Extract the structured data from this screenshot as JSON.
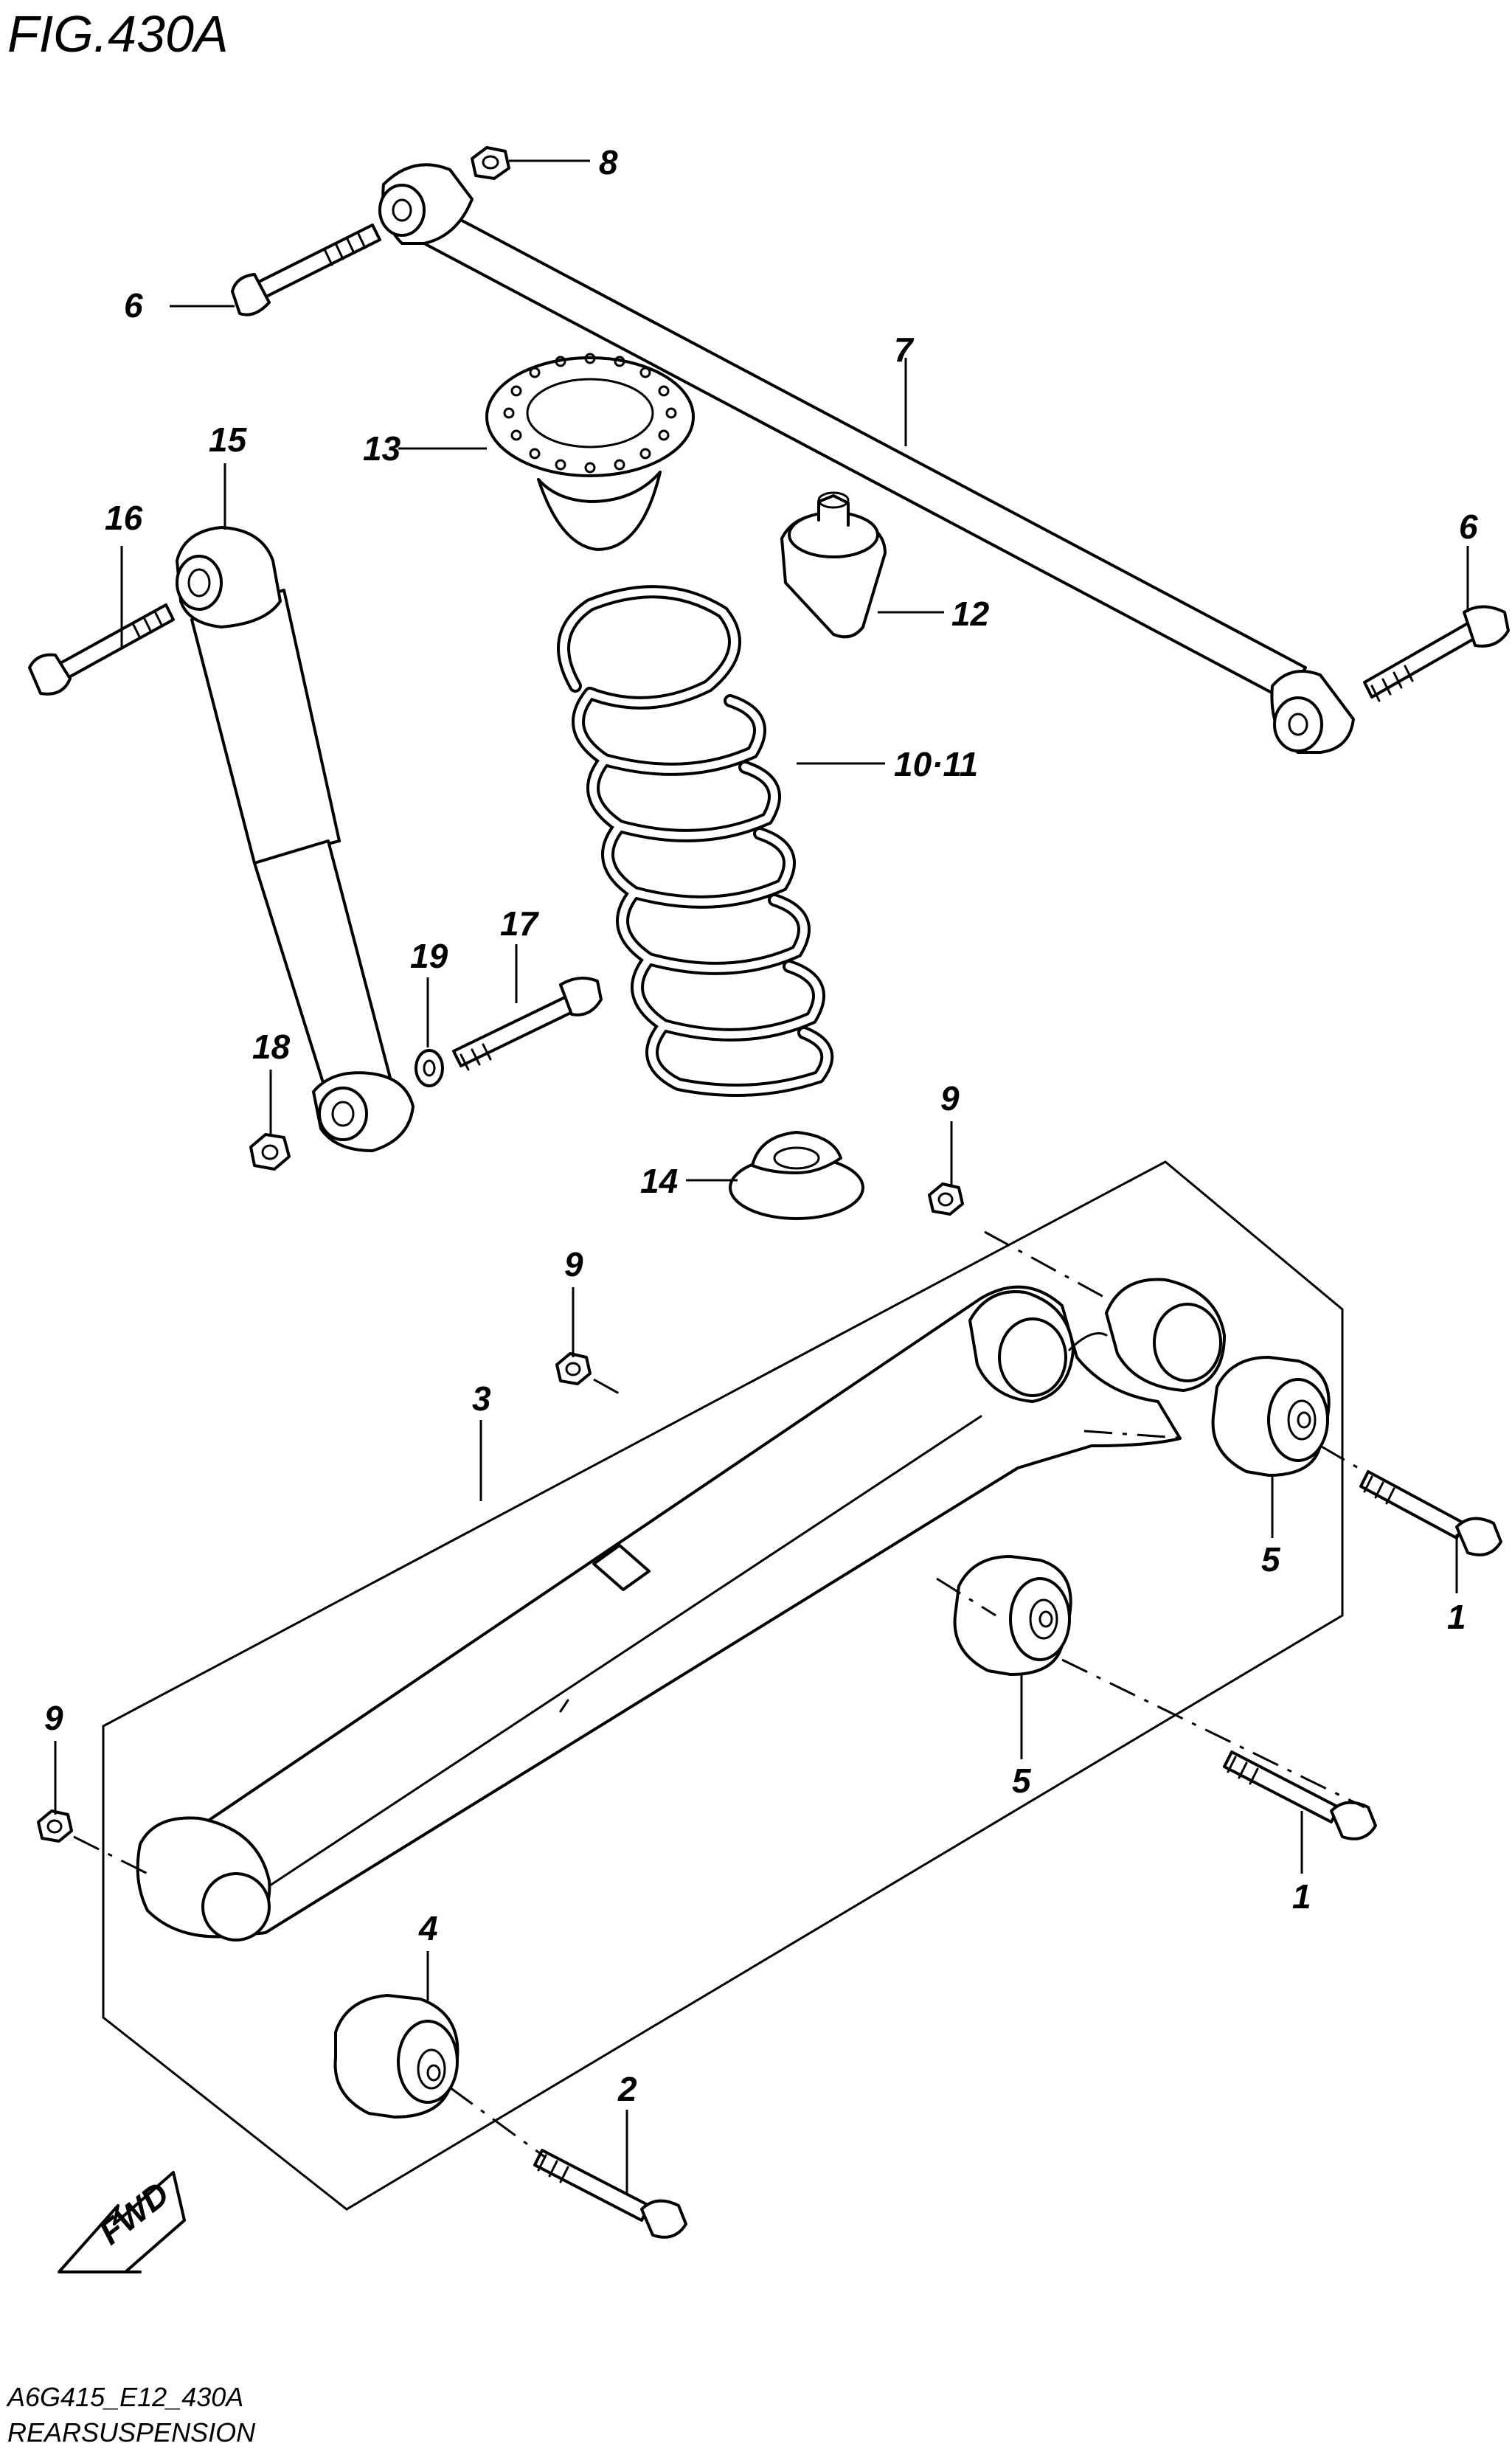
{
  "figure": {
    "title": "FIG.430A",
    "code": "A6G415_E12_430A",
    "subtitle": "REARSUSPENSION",
    "fwd_label": "FWD"
  },
  "callouts": {
    "c1a": "1",
    "c1b": "1",
    "c2": "2",
    "c3": "3",
    "c4": "4",
    "c5a": "5",
    "c5b": "5",
    "c6a": "6",
    "c6b": "6",
    "c7": "7",
    "c8": "8",
    "c9a": "9",
    "c9b": "9",
    "c9c": "9",
    "c10_11": "10·11",
    "c12": "12",
    "c13": "13",
    "c14": "14",
    "c15": "15",
    "c16": "16",
    "c17": "17",
    "c18": "18",
    "c19": "19"
  }
}
